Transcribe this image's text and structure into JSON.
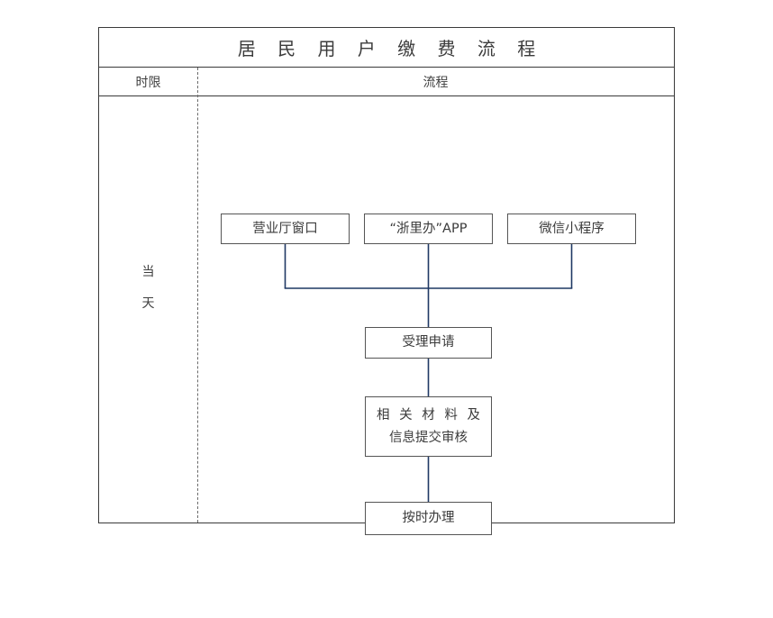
{
  "document": {
    "title": "居 民 用 户 缴 费 流 程",
    "accent_color": "#1f3864",
    "border_color": "#3a3a3a",
    "text_color": "#3b3b3b"
  },
  "table": {
    "columns": [
      {
        "key": "duration",
        "header": "时限"
      },
      {
        "key": "process",
        "header": "流程"
      }
    ],
    "duration_cell": {
      "line1": "当",
      "line2": "天"
    }
  },
  "flow": {
    "sources": [
      {
        "id": "hall",
        "label": "营业厅窗口"
      },
      {
        "id": "app",
        "label": "“浙里办”APP"
      },
      {
        "id": "wechat",
        "label": "微信小程序"
      }
    ],
    "steps": [
      {
        "id": "accept",
        "label": "受理申请"
      },
      {
        "id": "submit",
        "line1": "相 关 材 料 及",
        "line2": "信息提交审核"
      },
      {
        "id": "handle",
        "label": "按时办理"
      }
    ]
  }
}
